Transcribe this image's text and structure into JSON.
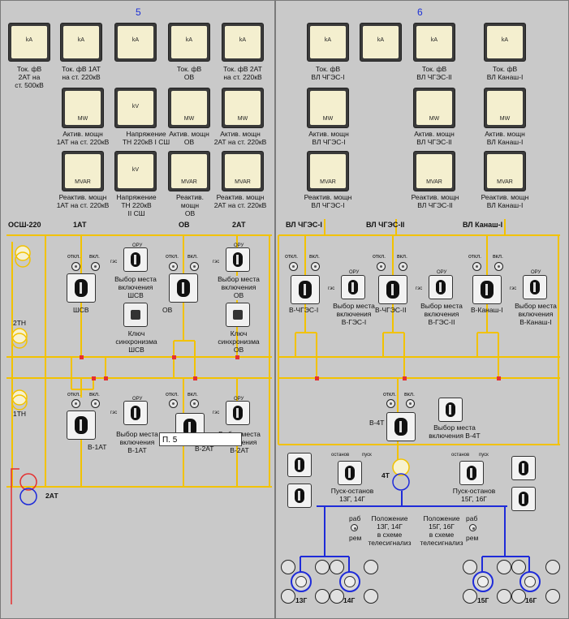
{
  "panels": {
    "left_number": "5",
    "right_number": "6"
  },
  "meters": {
    "m1": {
      "unit": "kA",
      "label": "Ток. фВ\n2АТ на\nст. 500кВ"
    },
    "m2": {
      "unit": "kA",
      "label": "Ток. фВ 1АТ\nна ст. 220кВ"
    },
    "m3": {
      "unit": "kA",
      "label": ""
    },
    "m4": {
      "unit": "kA",
      "label": "Ток. фВ\nОВ"
    },
    "m5": {
      "unit": "kA",
      "label": "Ток. фВ 2АТ\nна ст. 220кВ"
    },
    "m6": {
      "unit": "MW",
      "label": "Актив. мощн\n1АТ на ст. 220кВ"
    },
    "m7": {
      "unit": "kV",
      "label": "Напряжение\nТН 220кВ I СШ"
    },
    "m8": {
      "unit": "MW",
      "label": "Актив. мощн\nОВ"
    },
    "m9": {
      "unit": "MW",
      "label": "Актив. мощн\n2АТ на ст. 220кВ"
    },
    "m10": {
      "unit": "MVAR",
      "label": "Реактив. мощн\n1АТ на ст. 220кВ"
    },
    "m11": {
      "unit": "kV",
      "label": "Напряжение\nТН 220кВ\nII СШ"
    },
    "m12": {
      "unit": "MVAR",
      "label": "Реактив.\nмощн\nОВ"
    },
    "m13": {
      "unit": "MVAR",
      "label": "Реактив. мощн\n2АТ на ст. 220кВ"
    },
    "r1": {
      "unit": "kA",
      "label": "Ток. фВ\nВЛ ЧГЭС-I"
    },
    "r2": {
      "unit": "kA",
      "label": ""
    },
    "r3": {
      "unit": "kA",
      "label": "Ток. фВ\nВЛ ЧГЭС-II"
    },
    "r4": {
      "unit": "kA",
      "label": "Ток. фВ\nВЛ Канаш-I"
    },
    "r5": {
      "unit": "MW",
      "label": "Актив. мощн\nВЛ ЧГЭС-I"
    },
    "r6": {
      "unit": "MW",
      "label": "Актив. мощн\nВЛ ЧГЭС-II"
    },
    "r7": {
      "unit": "MW",
      "label": "Актив. мощн\nВЛ Канаш-I"
    },
    "r8": {
      "unit": "MVAR",
      "label": "Реактив. мощн\nВЛ ЧГЭС-I"
    },
    "r9": {
      "unit": "MVAR",
      "label": "Реактив. мощн\nВЛ ЧГЭС-II"
    },
    "r10": {
      "unit": "MVAR",
      "label": "Реактив. мощн\nВЛ Канаш-I"
    }
  },
  "headers": {
    "osh": "ОСШ-220",
    "at1": "1АТ",
    "ov": "ОВ",
    "at2": "2АТ",
    "vl1": "ВЛ ЧГЭС-I",
    "vl2": "ВЛ ЧГЭС-II",
    "vl3": "ВЛ Канаш-I"
  },
  "labels": {
    "otkl": "откл.",
    "vkl": "вкл.",
    "ges": "гэс",
    "oru": "ОРУ",
    "tn2": "2ТН",
    "tn1": "1ТН",
    "at2_bottom": "2АТ",
    "shsv": "ШСВ",
    "ov_sw": "ОВ",
    "vybor_shsv": "Выбор места\nвключения\nШСВ",
    "vybor_ov": "Выбор места\nвключения\nОВ",
    "key_shsv": "Ключ\nсинхронизма\nШСВ",
    "key_ov": "Ключ\nсинхронизма\nОВ",
    "v1at": "В-1АТ",
    "v2at": "В-2АТ",
    "vybor_1at": "Выбор места\nвключения\nВ-1АТ",
    "vybor_2at": "Выбор места\nвключения\nВ-2АТ",
    "vchges1": "В-ЧГЭС-I",
    "vchges2": "В-ЧГЭС-II",
    "vkanash": "В-Канаш-I",
    "vybor_ges1": "Выбор места\nвключения\nВ-ГЭС-I",
    "vybor_ges2": "Выбор места\nвключения\nВ-ГЭС-II",
    "vybor_kanash": "Выбор места\nвключения\nВ-Канаш-I",
    "v4t": "В-4Т",
    "vybor_4t": "Выбор места\nвключения В-4Т",
    "t4": "4Т",
    "ostanov": "останов",
    "pusk": "пуск",
    "pusk_ostanov_13": "Пуск-останов\n13Г, 14Г",
    "pusk_ostanov_15": "Пуск-останов\n15Г, 16Г",
    "rab": "раб",
    "rem": "рем",
    "polozh_13": "Положение\n13Г, 14Г\nв схеме\nтелесигнализ",
    "polozh_15": "Положение\n15Г, 16Г\nв схеме\nтелесигнализ",
    "g13": "13Г",
    "g14": "14Г",
    "g15": "15Г",
    "g16": "16Г"
  },
  "tooltip": "П. 5",
  "colors": {
    "bus": "#f2c200",
    "gen_line": "#1e2bd9",
    "red": "#e53030"
  }
}
